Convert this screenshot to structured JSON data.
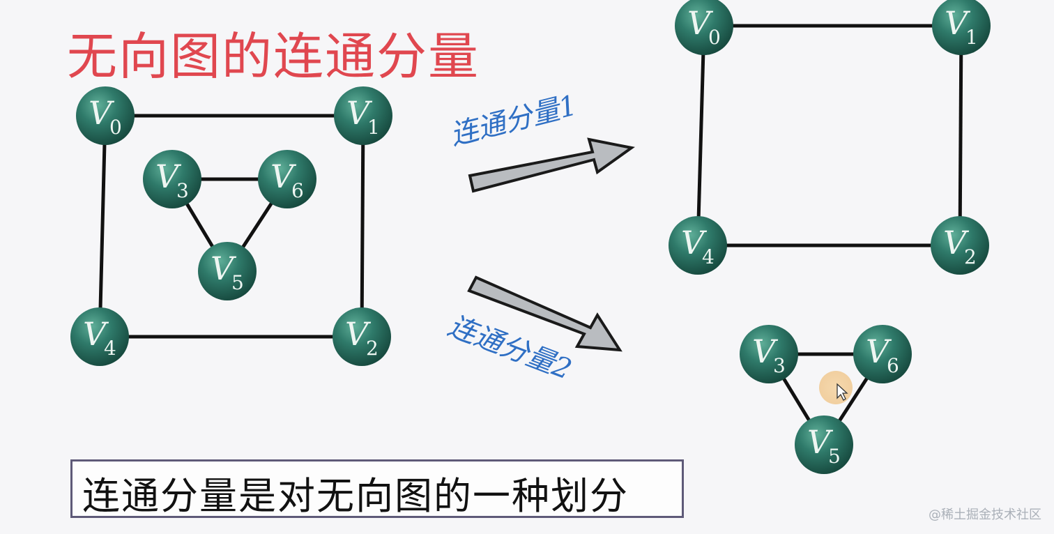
{
  "title": "无向图的连通分量",
  "caption": "连通分量是对无向图的一种划分",
  "arrow_labels": {
    "component_1": "连通分量1",
    "component_2": "连通分量2"
  },
  "watermark": "@稀土掘金技术社区",
  "vertex_letter": "V",
  "colors": {
    "title": "#e0474f",
    "node": "#2f7a6a",
    "label_blue": "#2f6fc4",
    "cursor_highlight": "#f0c890"
  },
  "graphs": [
    {
      "id": "original",
      "vertices": [
        "0",
        "1",
        "2",
        "3",
        "4",
        "5",
        "6"
      ],
      "edges": [
        [
          "0",
          "1"
        ],
        [
          "1",
          "2"
        ],
        [
          "2",
          "4"
        ],
        [
          "4",
          "0"
        ],
        [
          "3",
          "6"
        ],
        [
          "6",
          "5"
        ],
        [
          "5",
          "3"
        ]
      ]
    },
    {
      "id": "component-1",
      "vertices": [
        "0",
        "1",
        "2",
        "4"
      ],
      "edges": [
        [
          "0",
          "1"
        ],
        [
          "1",
          "2"
        ],
        [
          "2",
          "4"
        ],
        [
          "4",
          "0"
        ]
      ]
    },
    {
      "id": "component-2",
      "vertices": [
        "3",
        "5",
        "6"
      ],
      "edges": [
        [
          "3",
          "6"
        ],
        [
          "6",
          "5"
        ],
        [
          "5",
          "3"
        ]
      ]
    }
  ]
}
